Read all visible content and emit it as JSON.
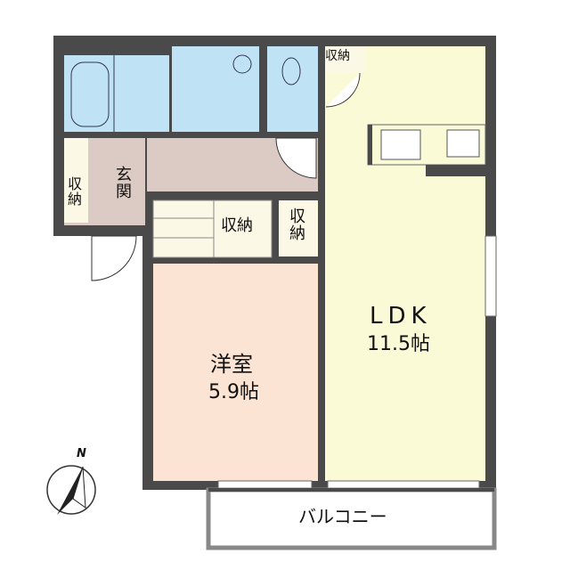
{
  "rooms": {
    "ldk": {
      "name": "LDK",
      "size": "11.5帖"
    },
    "western": {
      "name": "洋室",
      "size": "5.9帖"
    },
    "entrance": "玄関",
    "storage_top": "収納",
    "storage_left": "収納",
    "storage_mid": "収納",
    "storage_small": "収納",
    "balcony": "バルコニー"
  },
  "compass": {
    "label": "N"
  },
  "colors": {
    "wall": "#4a4a4a",
    "wet": "#bfe3f5",
    "ldk": "#fbfad6",
    "western": "#fbe4d3",
    "hall": "#dccbc4",
    "storage": "#fbf8e6"
  }
}
